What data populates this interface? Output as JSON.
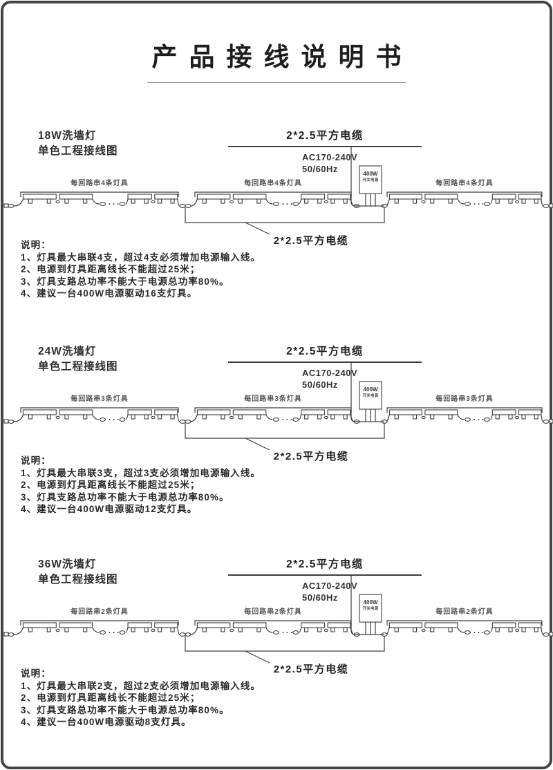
{
  "title": "产品接线说明书",
  "shared": {
    "cable_label_top": "2*2.5平方电缆",
    "cable_label_bottom": "2*2.5平方电缆",
    "ac_voltage": "AC170-240V",
    "ac_frequency": "50/60Hz",
    "psu_power": "400W",
    "psu_name": "开关电源",
    "notes_title": "说明："
  },
  "sections": [
    {
      "id": "18w",
      "heading_line1": "18W洗墙灯",
      "heading_line2": "单色工程接线图",
      "loop_label": "每回路串4条灯具",
      "notes": [
        "1、灯具最大串联4支，超过4支必须增加电源输入线。",
        "2、电源到灯具距离线长不能超过25米；",
        "3、灯具支路总功率不能大于电源总功率80%。",
        "4、建议一台400W电源驱动16支灯具。"
      ]
    },
    {
      "id": "24w",
      "heading_line1": "24W洗墙灯",
      "heading_line2": "单色工程接线图",
      "loop_label": "每回路串3条灯具",
      "notes": [
        "1、灯具最大串联3支，超过3支必须增加电源输入线。",
        "2、电源到灯具距离线长不能超过25米；",
        "3、灯具支路总功率不能大于电源总功率80%。",
        "4、建议一台400W电源驱动12支灯具。"
      ]
    },
    {
      "id": "36w",
      "heading_line1": "36W洗墙灯",
      "heading_line2": "单色工程接线图",
      "loop_label": "每回路串2条灯具",
      "notes": [
        "1、灯具最大串联2支，超过2支必须增加电源输入线。",
        "2、电源到灯具距离线长不能超过25米；",
        "3、灯具支路总功率不能大于电源总功率80%。",
        "4、建议一台400W电源驱动8支灯具。"
      ]
    }
  ]
}
